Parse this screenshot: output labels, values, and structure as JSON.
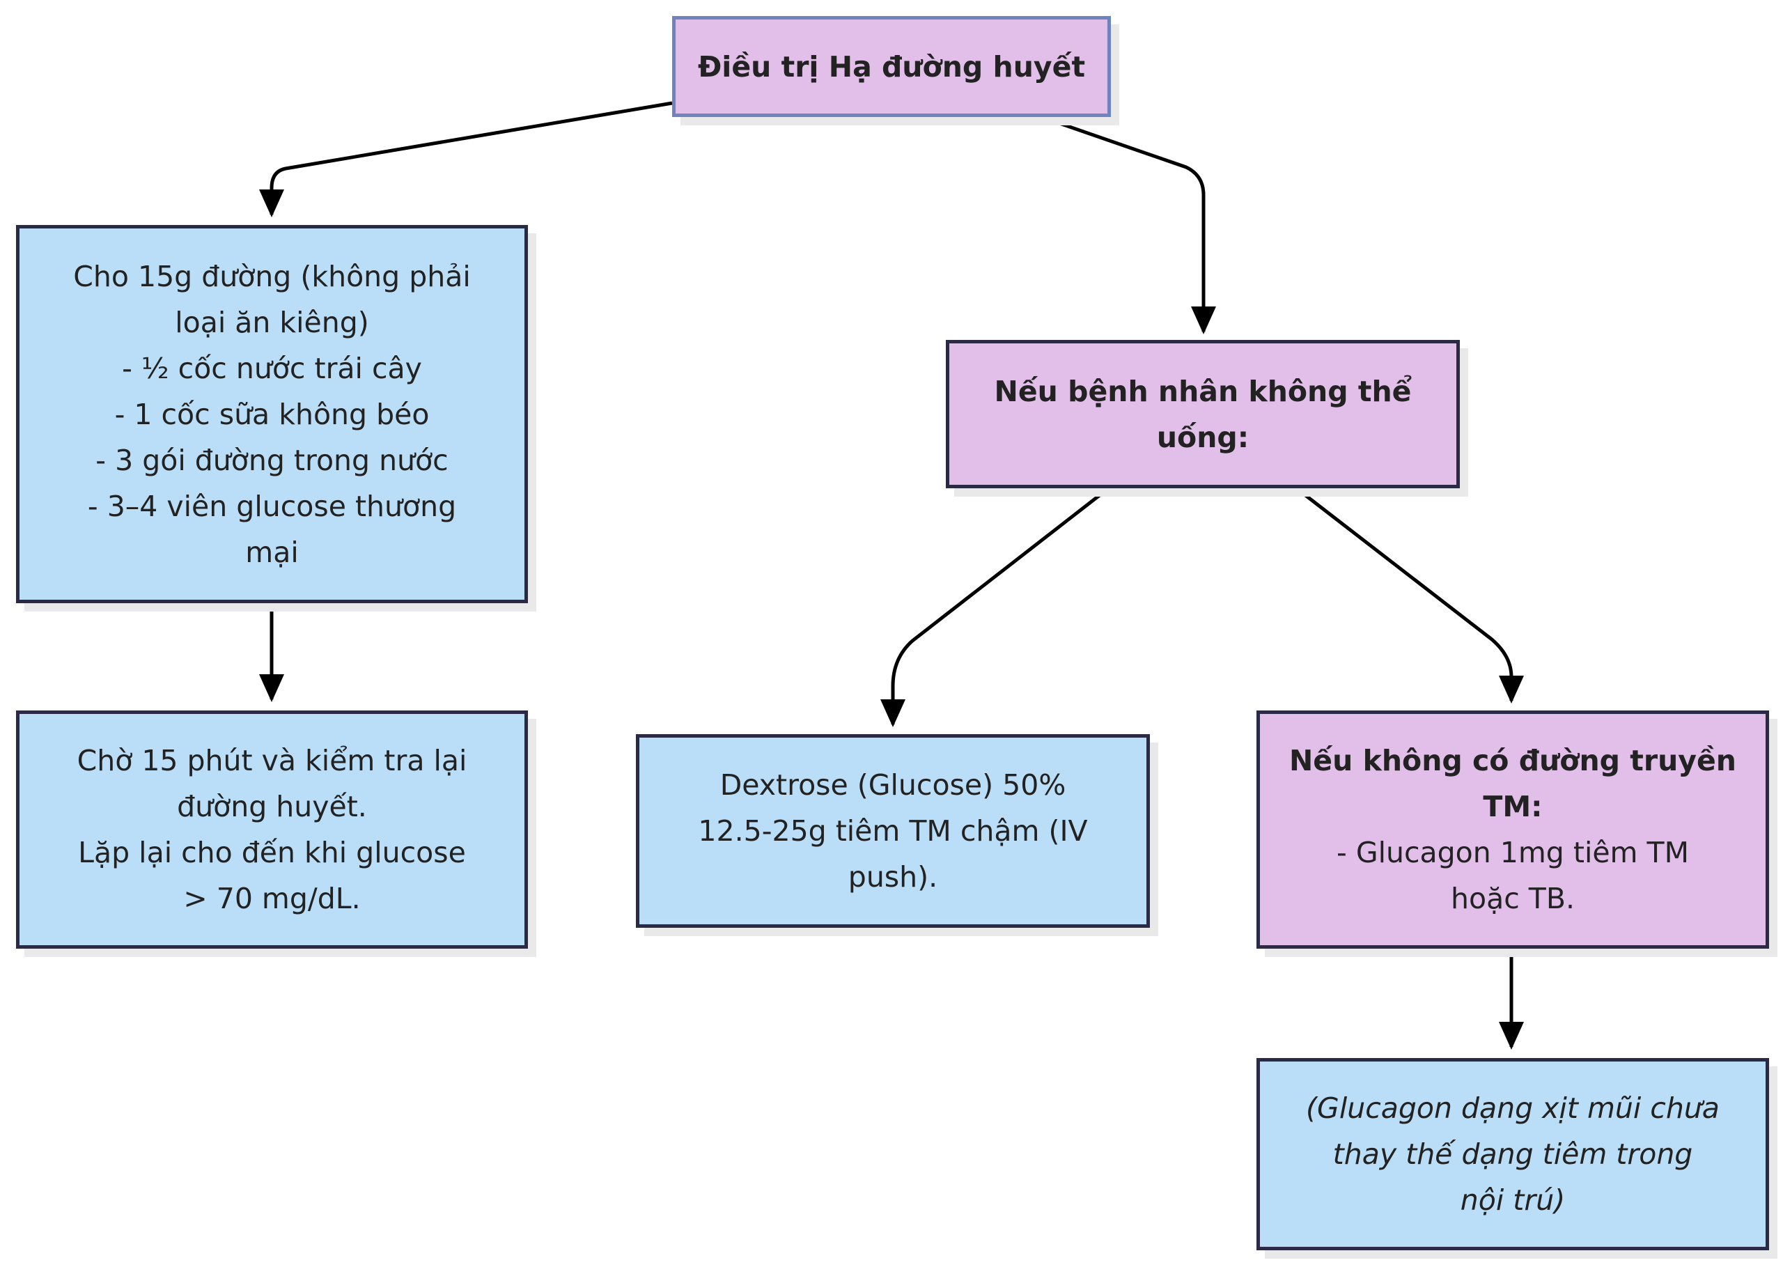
{
  "diagram": {
    "root": {
      "title": "Điều trị Hạ đường huyết"
    },
    "oral_treatment": {
      "lines": [
        "Cho 15g đường (không phải",
        "loại ăn kiêng)",
        "- ½ cốc nước trái cây",
        "- 1 cốc sữa không béo",
        "- 3 gói đường trong nước",
        "- 3–4 viên glucose thương",
        "mại"
      ]
    },
    "recheck": {
      "lines": [
        "Chờ 15 phút và kiểm tra lại",
        "đường huyết.",
        "Lặp lại cho đến khi glucose",
        "> 70 mg/dL."
      ]
    },
    "cannot_drink": {
      "lines": [
        "Nếu bệnh nhân không thể",
        "uống:"
      ]
    },
    "dextrose": {
      "lines": [
        "Dextrose (Glucose) 50%",
        "12.5-25g tiêm TM chậm (IV",
        "push)."
      ]
    },
    "no_iv": {
      "bold_lines": [
        "Nếu không có đường truyền",
        "TM:"
      ],
      "lines": [
        "- Glucagon 1mg tiêm TM",
        "hoặc TB."
      ]
    },
    "nasal_note": {
      "lines": [
        "(Glucagon dạng xịt mũi chưa",
        "thay thế dạng tiêm trong",
        "nội trú)"
      ]
    }
  },
  "colors": {
    "blue_fill": "#bbdef8",
    "purple_fill": "#e1bfe8",
    "border": "#2b2a45",
    "root_border": "#6f84bf",
    "edge": "#000000"
  }
}
